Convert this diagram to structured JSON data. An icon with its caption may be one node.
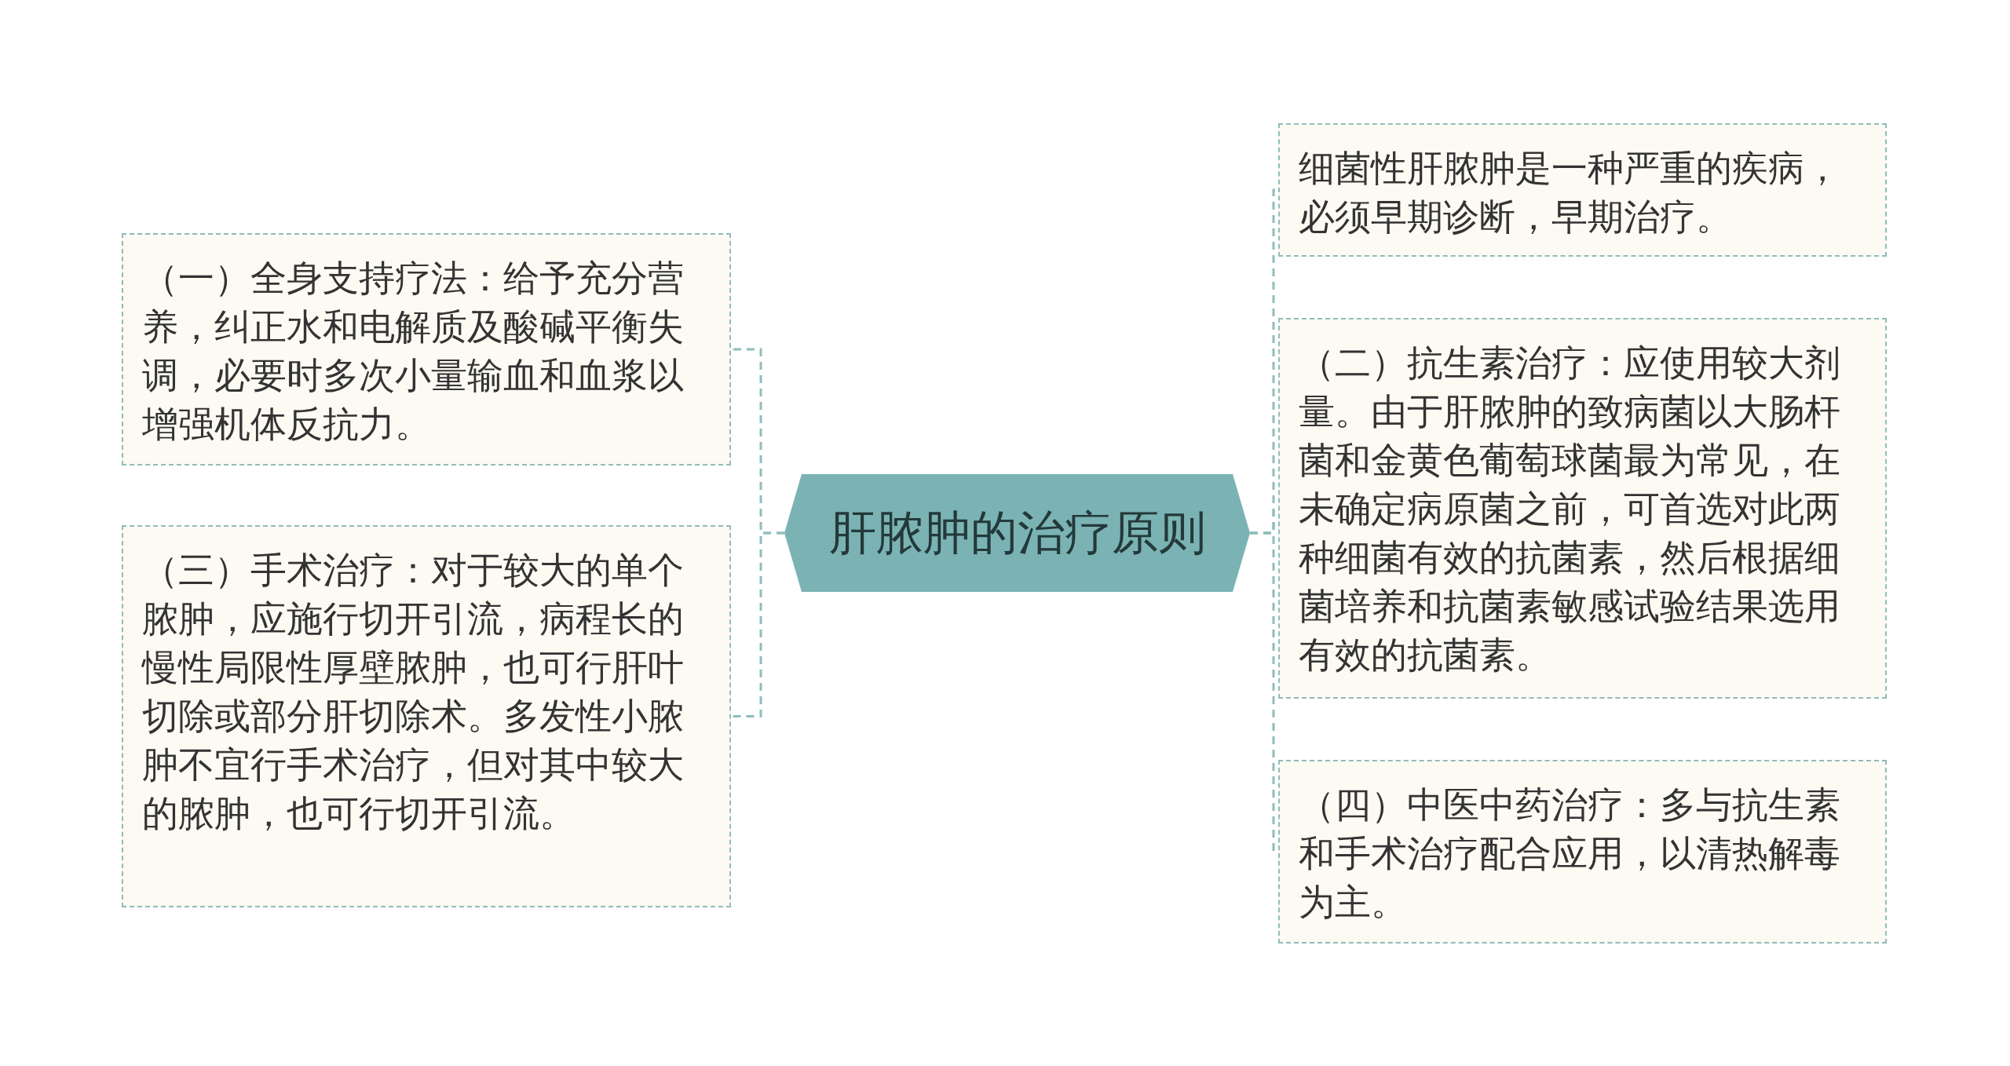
{
  "diagram": {
    "nodes": [
      {
        "text": [
          "肝脓肿的治疗原则"
        ]
      },
      {
        "text": [
          "（一）全身支持疗法：给予充分营养，纠正水和电解质及酸碱平衡失调，必要时多次小量输血和血浆以增强机体反抗力。"
        ]
      },
      {
        "text": [
          "（三）手术治疗：对于较大的单个脓肿，应施行切开引流，病程长的慢性局限性厚壁脓肿，也可行肝叶切除或部分肝切除术。多发性小脓肿不宜行手术治疗，但对其中较大的脓肿，也可行切开引流。"
        ]
      },
      {
        "text": [
          "细菌性肝脓肿是一种严重的疾病，必须早期诊断，早期治疗。"
        ]
      },
      {
        "text": [
          "（二）抗生素治疗：应使用较大剂量。由于肝脓肿的致病菌以大肠杆菌和金黄色葡萄球菌最为常见，在未确定病原菌之前，可首选对此两种细菌有效的抗菌素，然后根据细菌培养和抗菌素敏感试验结果选用有效的抗菌素。"
        ]
      },
      {
        "text": [
          "（四）中医中药治疗：多与抗生素和手术治疗配合应用，以清热解毒为主。"
        ]
      }
    ],
    "edges": [
      {
        "from": 0,
        "to": 1,
        "arrow": "none"
      },
      {
        "from": 0,
        "to": 2,
        "arrow": "none"
      },
      {
        "from": 0,
        "to": 3,
        "arrow": "none"
      },
      {
        "from": 0,
        "to": 4,
        "arrow": "none"
      },
      {
        "from": 0,
        "to": 5,
        "arrow": "none"
      }
    ]
  }
}
